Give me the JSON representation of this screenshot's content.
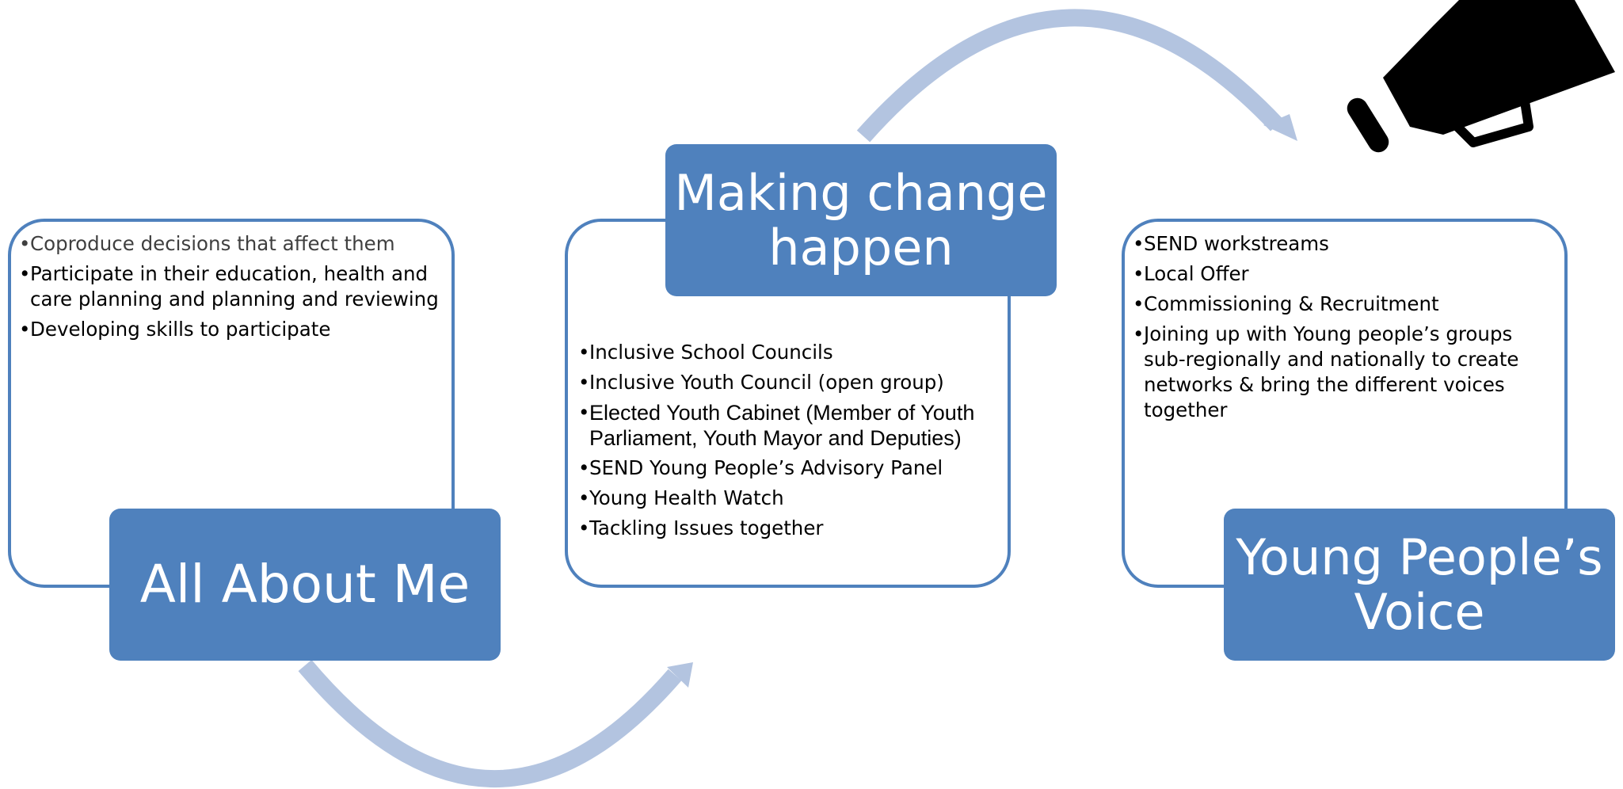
{
  "colors": {
    "accent": "#4f81bd",
    "arrow": "#b3c4e0",
    "icon": "#000000"
  },
  "icon": "megaphone-icon",
  "bullet": "•",
  "stages": [
    {
      "title": "All About Me",
      "items": [
        "Coproduce decisions that affect them",
        "Participate in their education, health and care planning and planning and reviewing",
        "Developing skills to participate"
      ]
    },
    {
      "title": "Making change happen",
      "items": [
        "Inclusive School Councils",
        "Inclusive Youth Council (open group)",
        "Elected Youth Cabinet (Member of Youth Parliament, Youth Mayor and Deputies)",
        "SEND Young People’s Advisory Panel",
        "Young Health Watch",
        "Tackling Issues together"
      ]
    },
    {
      "title": "Young People’s Voice",
      "items": [
        "SEND workstreams",
        "Local Offer",
        "Commissioning & Recruitment",
        "Joining up with Young people’s groups sub-regionally and nationally to create networks & bring the different voices together"
      ]
    }
  ]
}
